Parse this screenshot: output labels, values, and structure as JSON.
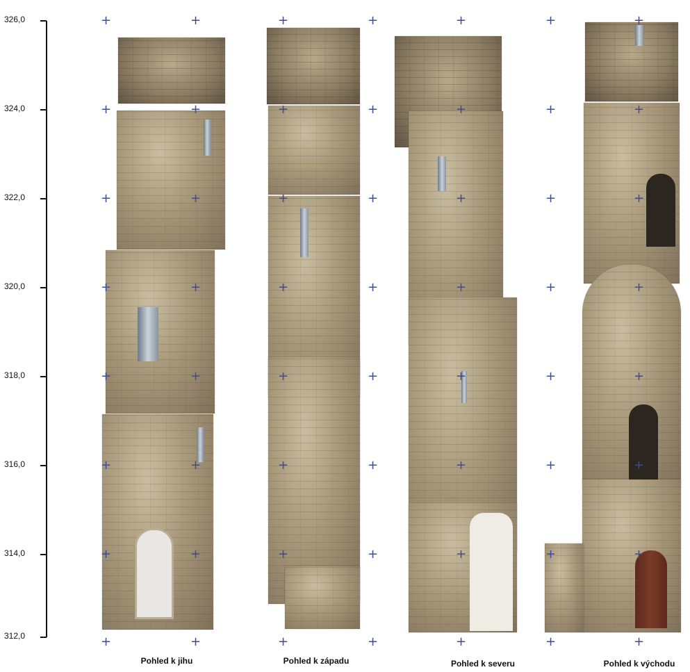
{
  "scale": {
    "ticks": [
      "326,0",
      "324,0",
      "322,0",
      "320,0",
      "318,0",
      "316,0",
      "314,0",
      "312,0"
    ]
  },
  "views": [
    {
      "caption": "Pohled k jihu"
    },
    {
      "caption": "Pohled k západu"
    },
    {
      "caption": "Pohled k severu"
    },
    {
      "caption": "Pohled k východu"
    }
  ],
  "colors": {
    "cross": "#3b4aa0",
    "stone": "#a8987a",
    "axis": "#111111"
  },
  "icons": {
    "grid_marker": "plus-cross"
  }
}
